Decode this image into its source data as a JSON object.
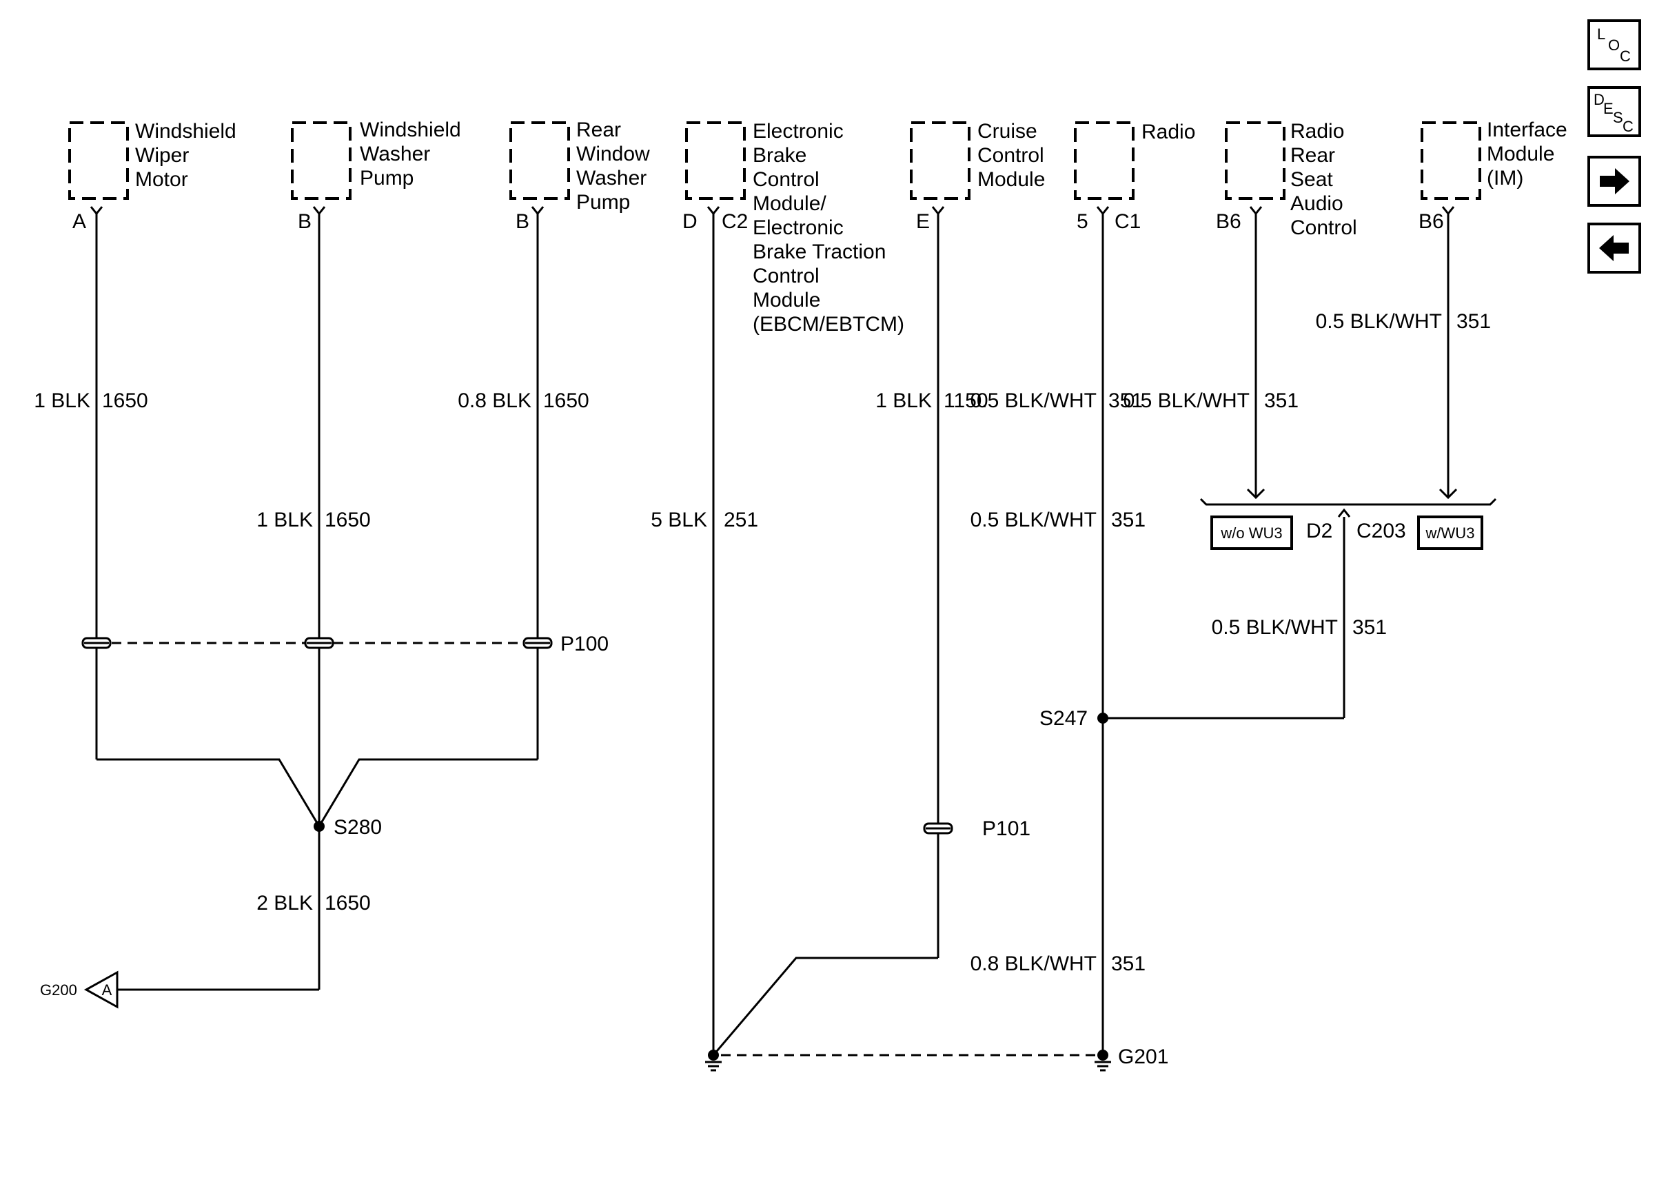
{
  "components": [
    {
      "lines": [
        "Windshield",
        "Wiper",
        "Motor"
      ],
      "pin": "A"
    },
    {
      "lines": [
        "Windshield",
        "Washer",
        "Pump"
      ],
      "pin": "B"
    },
    {
      "lines": [
        "Rear",
        "Window",
        "Washer",
        "Pump"
      ],
      "pin": "B"
    },
    {
      "lines": [
        "Electronic",
        "Brake",
        "Control",
        "Module/",
        "Electronic",
        "Brake Traction",
        "Control",
        "Module",
        "(EBCM/EBTCM)"
      ],
      "pin": "D",
      "connector": "C2"
    },
    {
      "lines": [
        "Cruise",
        "Control",
        "Module"
      ],
      "pin": "E"
    },
    {
      "lines": [
        "Radio"
      ],
      "pin": "5",
      "connector": "C1"
    },
    {
      "lines": [
        "Radio",
        "Rear",
        "Seat",
        "Audio",
        "Control"
      ],
      "pin": "B6"
    },
    {
      "lines": [
        "Interface",
        "Module",
        "(IM)"
      ],
      "pin": "B6"
    }
  ],
  "wires": [
    {
      "size": "1 BLK",
      "circuit": "1650"
    },
    {
      "size": "1 BLK",
      "circuit": "1650"
    },
    {
      "size": "0.8 BLK",
      "circuit": "1650"
    },
    {
      "size": "5 BLK",
      "circuit": "251"
    },
    {
      "size": "1 BLK",
      "circuit": "1150"
    },
    {
      "size": "0.5 BLK/WHT",
      "circuit": "351"
    },
    {
      "size": "0.5 BLK/WHT",
      "circuit": "351"
    },
    {
      "size": "0.5 BLK/WHT",
      "circuit": "351"
    },
    {
      "size": "0.5 BLK/WHT",
      "circuit": "351"
    },
    {
      "size": "2 BLK",
      "circuit": "1650"
    },
    {
      "size": "0.8 BLK/WHT",
      "circuit": "351"
    }
  ],
  "connectors": {
    "p100": "P100",
    "p101": "P101",
    "c203": "C203",
    "c203_pin": "D2",
    "without_option": "w/o WU3",
    "with_option": "w/WU3"
  },
  "splices": {
    "s280": "S280",
    "s247": "S247"
  },
  "grounds": {
    "g200": "G200",
    "g200_arrow": "A",
    "g201": "G201"
  },
  "nav": {
    "loc": {
      "l1": "L",
      "l2": "O",
      "l3": "C"
    },
    "desc": {
      "l1": "D",
      "l2": "E",
      "l3": "S",
      "l4": "C"
    }
  }
}
